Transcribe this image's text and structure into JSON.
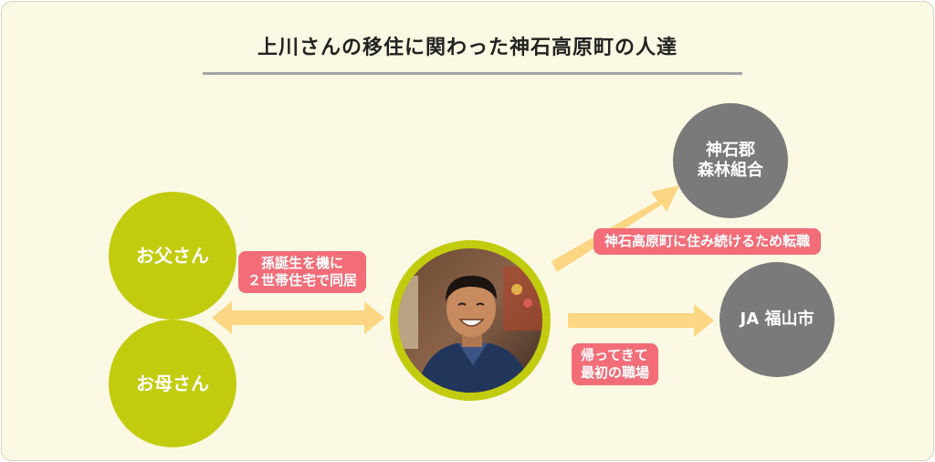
{
  "title": "上川さんの移住に関わった神石高原町の人達",
  "nodes": {
    "father": "お父さん",
    "mother": "お母さん",
    "forestry_line1": "神石郡",
    "forestry_line2": "森林組合",
    "ja": "JA 福山市"
  },
  "edges": {
    "family_line1": "孫誕生を機に",
    "family_line2": "２世帯住宅で同居",
    "forestry": "神石高原町に住み続けるため転職",
    "ja_line1": "帰ってきて",
    "ja_line2": "最初の職場"
  },
  "colors": {
    "background": "#fbf9e3",
    "node_green": "#c2cc0f",
    "node_gray": "#7a7a7a",
    "label_pink": "#f26d78",
    "arrow": "#fcd683"
  },
  "icons": {
    "person_photo": "smiling-man-photo"
  }
}
